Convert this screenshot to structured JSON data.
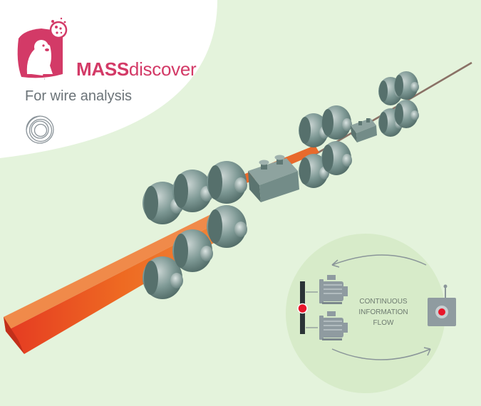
{
  "brand": {
    "name_bold": "MASS",
    "name_light": "discover",
    "tagline": "For wire analysis",
    "mascot_badge": "i",
    "colors": {
      "accent": "#d33a67",
      "text_gray": "#6b7378"
    }
  },
  "info_flow": {
    "lines": [
      "CONTINUOUS",
      "INFORMATION",
      "FLOW"
    ]
  },
  "colors": {
    "background": "#e4f3dc",
    "top_left_panel": "#ffffff",
    "wire_orange": "#ee6a22",
    "wire_red": "#e53a22",
    "roller": "#6f8a86",
    "circle_panel": "#d8ecca",
    "flow_gray": "#8a9599"
  },
  "icons": [
    "seal-mascot-icon",
    "coil-icon",
    "motor-icon",
    "sensor-device-icon",
    "signal-dot-icon",
    "flow-arrow-icon"
  ]
}
